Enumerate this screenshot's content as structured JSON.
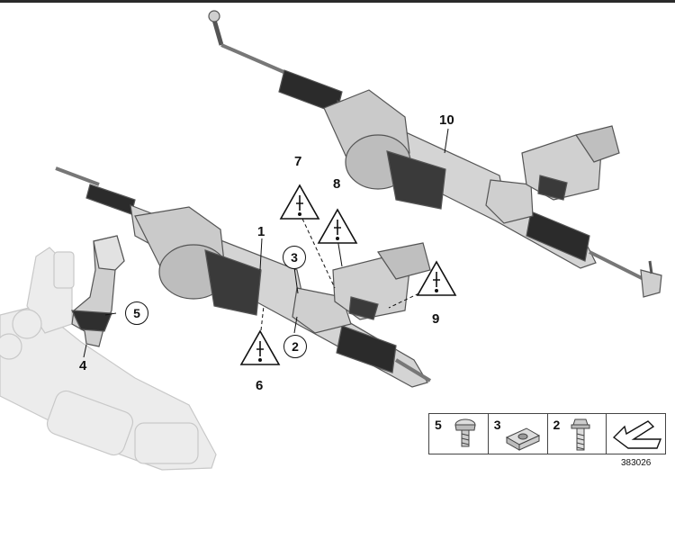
{
  "callouts": {
    "c1": "1",
    "c2": "2",
    "c3": "3",
    "c4": "4",
    "c5": "5",
    "c6": "6",
    "c7": "7",
    "c8": "8",
    "c9": "9",
    "c10": "10"
  },
  "legend": {
    "items": [
      {
        "number": "5",
        "icon": "screw-icon"
      },
      {
        "number": "3",
        "icon": "clip-nut-icon"
      },
      {
        "number": "2",
        "icon": "bolt-icon"
      },
      {
        "number": "",
        "icon": "arrow-icon"
      }
    ]
  },
  "reference_number": "383026",
  "colors": {
    "part_fill": "#d9d9d9",
    "part_stroke": "#555555",
    "dark_part": "#3a3a3a",
    "faded_part": "#e8e8e8"
  }
}
